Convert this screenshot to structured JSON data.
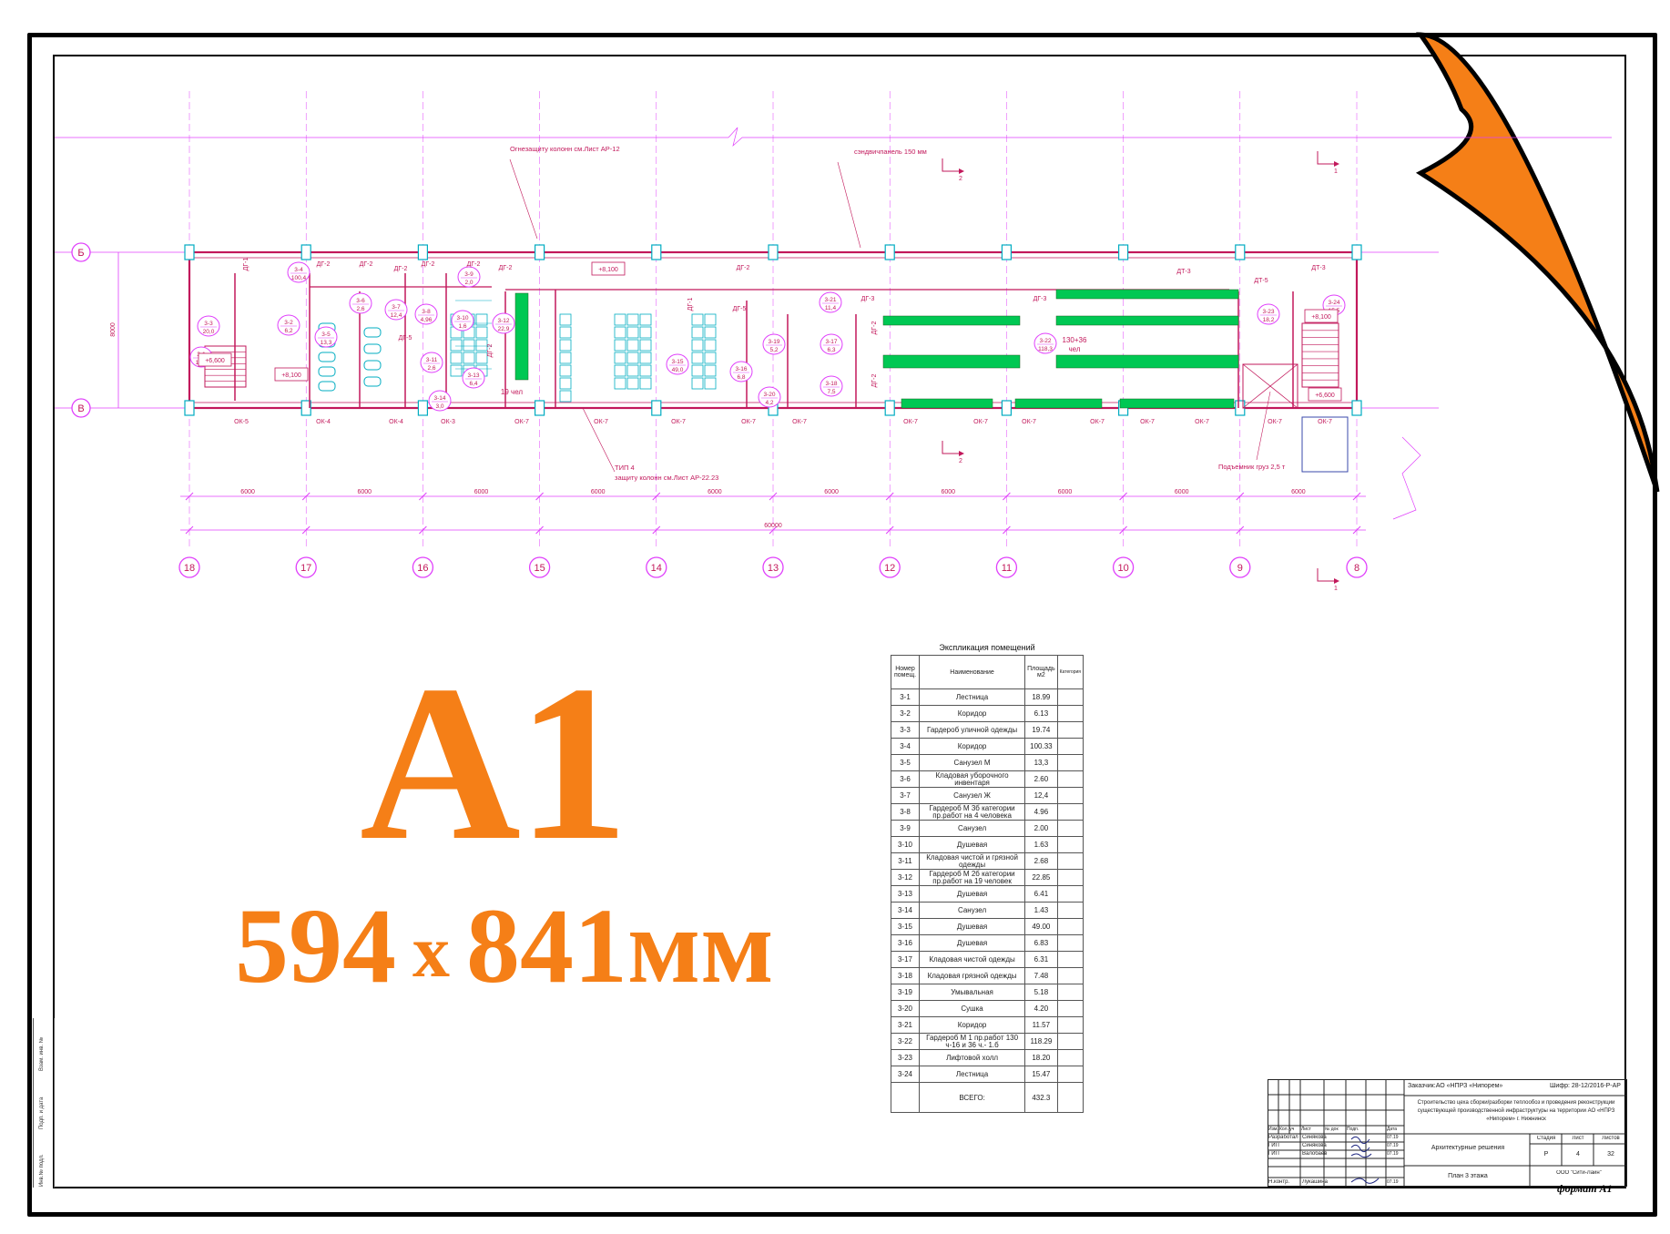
{
  "format": {
    "label": "A1",
    "size_text": "594",
    "size_x": "x",
    "size_text_2": "841мм",
    "corner_label": "формат А1",
    "accent_color": "#f57f17"
  },
  "plan": {
    "axes_letters": [
      "Б",
      "В"
    ],
    "axes_numbers": [
      "18",
      "17",
      "16",
      "15",
      "14",
      "13",
      "12",
      "11",
      "10",
      "9",
      "8"
    ],
    "span_labels": [
      "6000",
      "6000",
      "6000",
      "6000",
      "6000",
      "6000",
      "6000",
      "6000",
      "6000",
      "6000"
    ],
    "total_length": "60000",
    "height_dim": "8000",
    "notes": {
      "fire_protection": "Огнезащиту колонн см.Лист АР-12",
      "sandwich": "сэндвичпанель 150 мм",
      "type4_line1": "ТИП 4",
      "type4_line2": "защиту колонн см.Лист АР-22.23",
      "lift": "Подъемник груз 2,5 т",
      "people_19": "19 чел",
      "people_130": "130+36",
      "people_130b": "чел"
    },
    "levels": [
      "+8,100",
      "+6,600",
      "+8,100",
      "+8,100",
      "+6,600"
    ],
    "windows": [
      "ОК-5",
      "ОК-4",
      "ОК-4",
      "ОК-3",
      "ОК-7",
      "ОК-7",
      "ОК-7",
      "ОК-7",
      "ОК-7",
      "ОК-7",
      "ОК-7",
      "ОК-7",
      "ОК-7",
      "ОК-7",
      "ОК-7",
      "ОК-7",
      "ОК-7"
    ],
    "doors": [
      "ДГ-1",
      "ДГ-2",
      "ДГ-2",
      "ДГ-2",
      "ДГ-2",
      "ДГ-5",
      "ДГ-2",
      "ДГ-2",
      "ДГ-2",
      "ДГ-1",
      "ДГ-2",
      "ДГ-3",
      "ДГ-3",
      "ДТ-5",
      "ДТ-3",
      "ДТ-3",
      "ДГ-5",
      "ДГ-2",
      "ДГ-2"
    ],
    "sections": [
      "1",
      "2",
      "2",
      "1"
    ],
    "rooms": [
      {
        "id": "3-1",
        "area": "18,9"
      },
      {
        "id": "3-2",
        "area": "6,2"
      },
      {
        "id": "3-3",
        "area": "20,0"
      },
      {
        "id": "3-4",
        "area": "100,4"
      },
      {
        "id": "3-5",
        "area": "13,3"
      },
      {
        "id": "3-6",
        "area": "2,6"
      },
      {
        "id": "3-7",
        "area": "12,4"
      },
      {
        "id": "3-8",
        "area": "4,96"
      },
      {
        "id": "3-9",
        "area": "2,0"
      },
      {
        "id": "3-10",
        "area": "1,6"
      },
      {
        "id": "3-11",
        "area": "2,6"
      },
      {
        "id": "3-12",
        "area": "22,9"
      },
      {
        "id": "3-13",
        "area": "6,4"
      },
      {
        "id": "3-14",
        "area": "3,0"
      },
      {
        "id": "3-15",
        "area": "49,0"
      },
      {
        "id": "3-16",
        "area": "6,8"
      },
      {
        "id": "3-17",
        "area": "6,3"
      },
      {
        "id": "3-18",
        "area": "7,5"
      },
      {
        "id": "3-19",
        "area": "5,2"
      },
      {
        "id": "3-20",
        "area": "4,2"
      },
      {
        "id": "3-21",
        "area": "11,4"
      },
      {
        "id": "3-22",
        "area": "118,3"
      },
      {
        "id": "3-23",
        "area": "18,2"
      },
      {
        "id": "3-24",
        "area": "15,5"
      }
    ]
  },
  "explication": {
    "title": "Экспликация помещений",
    "headers": [
      "Номер помещ.",
      "Наименование",
      "Площадь м2",
      "Категория"
    ],
    "rows": [
      [
        "3-1",
        "Лестница",
        "18.99"
      ],
      [
        "3-2",
        "Коридор",
        "6.13"
      ],
      [
        "3-3",
        "Гардероб уличной одежды",
        "19.74"
      ],
      [
        "3-4",
        "Коридор",
        "100.33"
      ],
      [
        "3-5",
        "Санузел М",
        "13,3"
      ],
      [
        "3-6",
        "Кладовая уборочного инвентаря",
        "2.60"
      ],
      [
        "3-7",
        "Санузел Ж",
        "12,4"
      ],
      [
        "3-8",
        "Гардероб М 3б категории пр.работ на 4 человека",
        "4.96"
      ],
      [
        "3-9",
        "Санузел",
        "2.00"
      ],
      [
        "3-10",
        "Душевая",
        "1.63"
      ],
      [
        "3-11",
        "Кладовая чистой и грязной одежды",
        "2.68"
      ],
      [
        "3-12",
        "Гардероб М 2б категории пр.работ на 19 человек",
        "22.85"
      ],
      [
        "3-13",
        "Душевая",
        "6.41"
      ],
      [
        "3-14",
        "Санузел",
        "1.43"
      ],
      [
        "3-15",
        "Душевая",
        "49.00"
      ],
      [
        "3-16",
        "Душевая",
        "6.83"
      ],
      [
        "3-17",
        "Кладовая чистой одежды",
        "6.31"
      ],
      [
        "3-18",
        "Кладовая грязной одежды",
        "7.48"
      ],
      [
        "3-19",
        "Умывальная",
        "5.18"
      ],
      [
        "3-20",
        "Сушка",
        "4.20"
      ],
      [
        "3-21",
        "Коридор",
        "11.57"
      ],
      [
        "3-22",
        "Гардероб М 1 пр.работ 130 ч-16 и 36 ч.- 1.б",
        "118.29"
      ],
      [
        "3-23",
        "Лифтовой холл",
        "18.20"
      ],
      [
        "3-24",
        "Лестница",
        "15.47"
      ]
    ],
    "total_label": "ВСЕГО:",
    "total_value": "432.3"
  },
  "stamp": {
    "customer": "Заказчик:АО «НПРЗ «Нипорем»",
    "code": "Шифр: 28-12/2016-Р-АР",
    "project": "Строительство цеха сборки/разборки теплообоз и проведения реконструкции существующей производственной инфраструктуры на территории АО «НПРЗ «Нипорем» г. Нижнинск",
    "section": "Архитектурные решения",
    "sheet_name": "План 3 этажа",
    "company": "ООО \"Сити-Лайн\"",
    "col_headers": [
      "Изм.",
      "Кол. уч",
      "Лист",
      "№ док",
      "Подп.",
      "Дата"
    ],
    "roles": [
      "Разработал",
      "ГИП",
      "ГИП",
      "Н.контр."
    ],
    "names": [
      "Синякова",
      "Синякова",
      "Валобаев",
      "Лукашина"
    ],
    "dates": [
      "07.19",
      "07.19",
      "07.19",
      "07.19"
    ],
    "stage_headers": [
      "Стадия",
      "Лист",
      "Листов"
    ],
    "stage_values": [
      "Р",
      "4",
      "32"
    ],
    "strip_labels": [
      "Инв.№ подл.",
      "Подп. и дата",
      "Взам. инв. №"
    ]
  }
}
